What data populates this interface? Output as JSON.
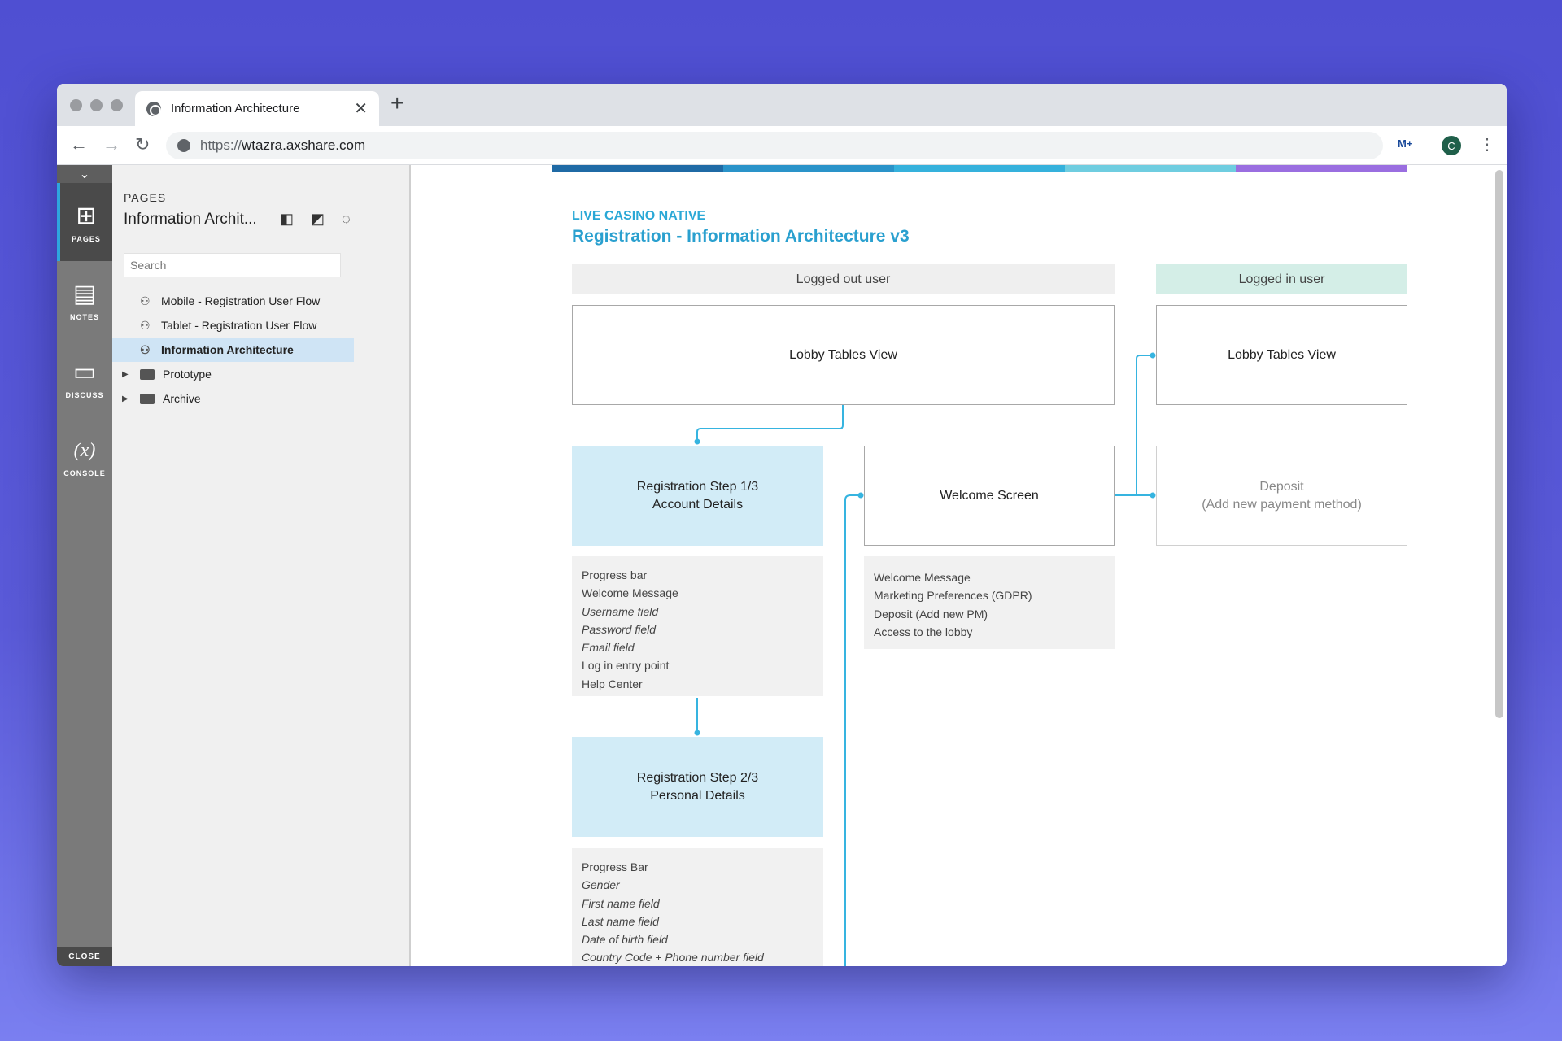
{
  "browser": {
    "tab_title": "Information Architecture",
    "tab_close": "✕",
    "new_tab": "+",
    "url_scheme": "https://",
    "url_host": "wtazra.axshare.com",
    "back": "←",
    "forward": "→",
    "reload": "↻",
    "extension_label": "M+",
    "profile_initial": "C",
    "menu": "⋮"
  },
  "rail": {
    "collapse": "⌄",
    "items": [
      {
        "label": "PAGES",
        "icon": "sitemap-icon",
        "glyph": "⊞"
      },
      {
        "label": "NOTES",
        "icon": "notes-icon",
        "glyph": "▤"
      },
      {
        "label": "DISCUSS",
        "icon": "discuss-icon",
        "glyph": "▭"
      },
      {
        "label": "CONSOLE",
        "icon": "console-icon",
        "glyph": "(x)"
      }
    ],
    "close": "CLOSE"
  },
  "panel": {
    "header": "PAGES",
    "title": "Information Archit...",
    "icons": "◧ ◩ ◌",
    "search_placeholder": "Search",
    "items": [
      {
        "label": "Mobile - Registration User Flow",
        "type": "page"
      },
      {
        "label": "Tablet - Registration User Flow",
        "type": "page"
      },
      {
        "label": "Information Architecture",
        "type": "page",
        "selected": true
      },
      {
        "label": "Prototype",
        "type": "folder"
      },
      {
        "label": "Archive",
        "type": "folder"
      }
    ]
  },
  "diagram": {
    "kicker": "LIVE CASINO NATIVE",
    "title": "Registration - Information Architecture v3",
    "colorbar": [
      "#1f6aa5",
      "#2a93c9",
      "#35b1dc",
      "#6fcde0",
      "#9a6ee0"
    ],
    "lanes": {
      "logged_out": "Logged out user",
      "logged_in": "Logged in user"
    },
    "boxes": {
      "lobby_out": "Lobby Tables View",
      "lobby_in": "Lobby Tables View",
      "reg1_line1": "Registration Step 1/3",
      "reg1_line2": "Account Details",
      "welcome": "Welcome Screen",
      "deposit_line1": "Deposit",
      "deposit_line2": "(Add new payment method)",
      "reg2_line1": "Registration Step 2/3",
      "reg2_line2": "Personal Details"
    },
    "reg1_notes": [
      {
        "text": "Progress bar",
        "italic": false
      },
      {
        "text": "Welcome Message",
        "italic": false
      },
      {
        "text": "Username field",
        "italic": true
      },
      {
        "text": "Password field",
        "italic": true
      },
      {
        "text": "Email field",
        "italic": true
      },
      {
        "text": "Log in entry point",
        "italic": false
      },
      {
        "text": "Help Center",
        "italic": false
      }
    ],
    "welcome_notes": [
      {
        "text": "Welcome Message",
        "italic": false
      },
      {
        "text": "Marketing Preferences (GDPR)",
        "italic": false
      },
      {
        "text": "Deposit (Add new PM)",
        "italic": false
      },
      {
        "text": "Access to the lobby",
        "italic": false
      }
    ],
    "reg2_notes": [
      {
        "text": "Progress Bar",
        "italic": false
      },
      {
        "text": "Gender",
        "italic": true
      },
      {
        "text": "First name field",
        "italic": true
      },
      {
        "text": "Last name field",
        "italic": true
      },
      {
        "text": "Date of birth field",
        "italic": true
      },
      {
        "text": "Country Code + Phone number field",
        "italic": true
      }
    ],
    "link_color": "#36b4e0"
  }
}
